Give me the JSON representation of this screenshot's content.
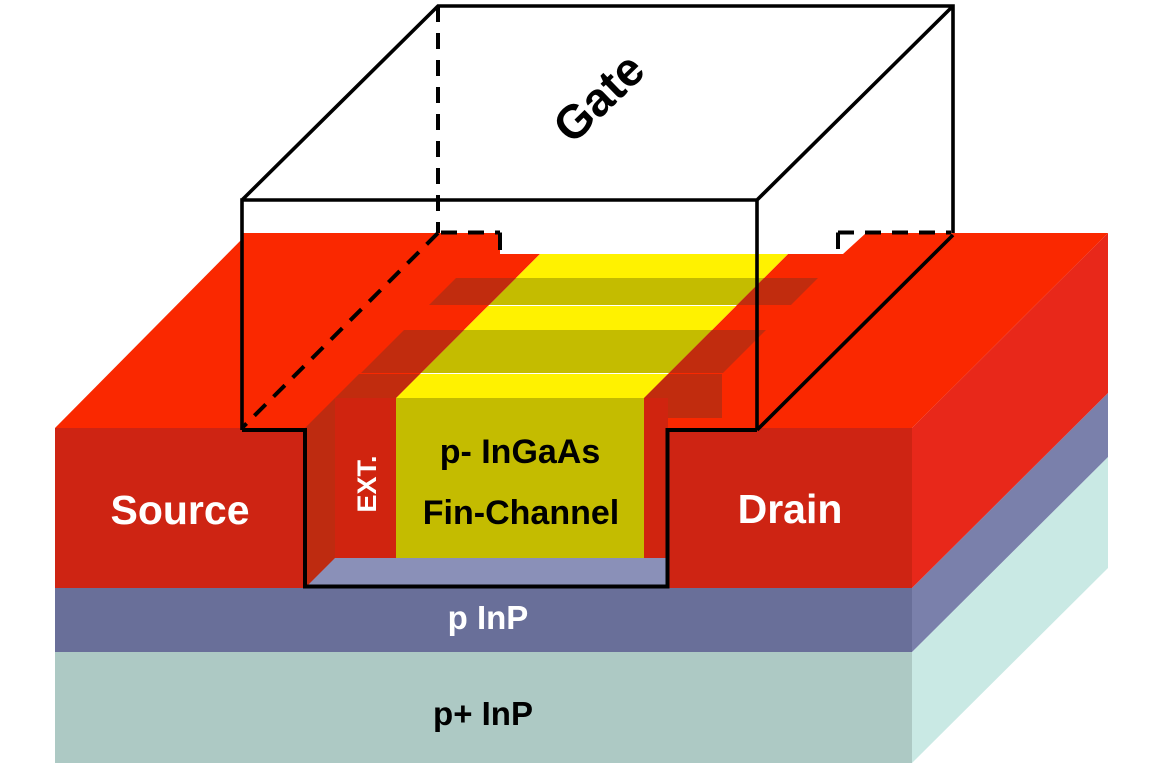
{
  "figure": {
    "labels": {
      "gate": "Gate",
      "source": "Source",
      "drain": "Drain",
      "ext": "EXT.",
      "fin_line1": "p- InGaAs",
      "fin_line2": "Fin-Channel",
      "buffer_layer": "p InP",
      "substrate_layer": "p+ InP"
    }
  },
  "colors": {
    "background": "#FFFFFF",
    "red_top": "#FA2800",
    "red_front": "#CE2413",
    "red_side": "#E8281A",
    "red_medium": "#D0240F",
    "red_dark": "#C12C0E",
    "red_wall": "#BE2B10",
    "fin_top_yellow": "#FFF200",
    "fin_front_olive": "#C4BC00",
    "inp_front": "#696F99",
    "inp_side": "#7A80AB",
    "inp_floor": "#8A90B8",
    "substrate_front": "#ADC9C4",
    "substrate_side": "#C9E9E4",
    "gate_fill": "#FFFFFF",
    "outline": "#000000",
    "label_light": "#FFFFFF",
    "label_dark": "#000000"
  }
}
